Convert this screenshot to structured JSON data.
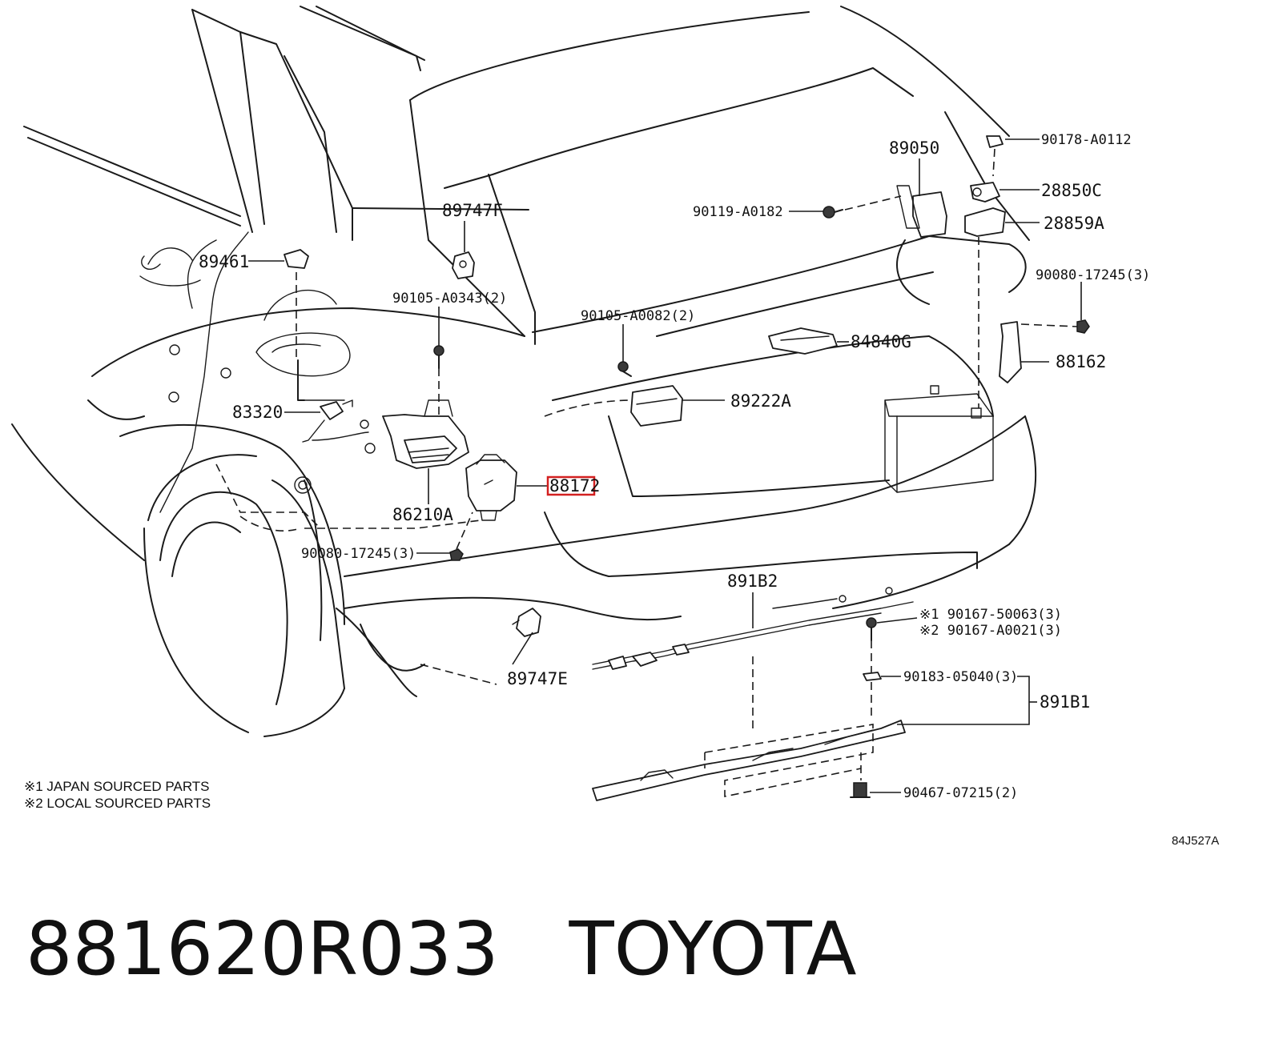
{
  "labels": {
    "p89461": "89461",
    "p89747F": "89747F",
    "p90105_A0343": "90105-A0343(2)",
    "p90105_A0082": "90105-A0082(2)",
    "p83320": "83320",
    "p86210A": "86210A",
    "p88172": "88172",
    "p90080_left": "90080-17245(3)",
    "p89222A": "89222A",
    "p89050": "89050",
    "p90119": "90119-A0182",
    "p90178": "90178-A0112",
    "p28850C": "28850C",
    "p28859A": "28859A",
    "p90080_right": "90080-17245(3)",
    "p84840G": "84840G",
    "p88162": "88162",
    "p891B2": "891B2",
    "p90167_50063": "※1 90167-50063(3)",
    "p90167_A0021": "※2 90167-A0021(3)",
    "p90183": "90183-05040(3)",
    "p891B1": "891B1",
    "p89747E": "89747E",
    "p90467": "90467-07215(2)"
  },
  "notes": {
    "japan": "※1 JAPAN SOURCED PARTS",
    "local": "※2 LOCAL SOURCED PARTS"
  },
  "diagram_code": "84J527A",
  "caption": {
    "part_number": "881620R033",
    "brand": "TOYOTA"
  },
  "colors": {
    "highlight": "#d32020",
    "line": "#1a1a1a"
  }
}
